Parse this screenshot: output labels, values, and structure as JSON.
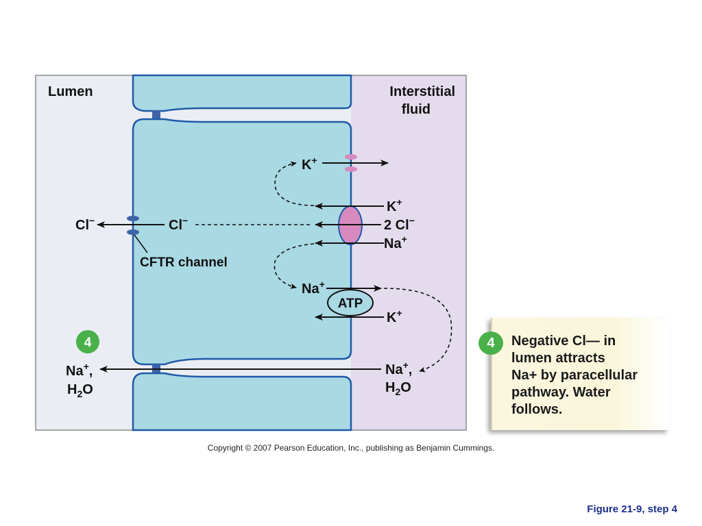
{
  "regions": {
    "lumen": "Lumen",
    "interstitial_line1": "Interstitial",
    "interstitial_line2": "fluid"
  },
  "ions": {
    "k_top": "K",
    "k_top_charge": "+",
    "k_cotransport": "K",
    "k_cotransport_charge": "+",
    "cl_cotransport": "2 Cl",
    "cl_cotransport_charge": "−",
    "na_cotransport": "Na",
    "na_cotransport_charge": "+",
    "cl_cell": "Cl",
    "cl_cell_charge": "−",
    "cl_lumen": "Cl",
    "cl_lumen_charge": "−",
    "na_pump": "Na",
    "na_pump_charge": "+",
    "k_pump": "K",
    "k_pump_charge": "+",
    "atp": "ATP",
    "na_lumen": "Na",
    "na_lumen_charge": "+",
    "na_lumen_comma": ",",
    "h2o_lumen_h": "H",
    "h2o_lumen_2": "2",
    "h2o_lumen_o": "O",
    "na_ecf": "Na",
    "na_ecf_charge": "+",
    "na_ecf_comma": ",",
    "h2o_ecf_h": "H",
    "h2o_ecf_2": "2",
    "h2o_ecf_o": "O"
  },
  "labels": {
    "cftr": "CFTR channel",
    "step_number": "4"
  },
  "callout": {
    "step_number": "4",
    "text": "Negative Cl— in\nlumen attracts\nNa+ by paracellular\npathway. Water\nfollows."
  },
  "footer": {
    "copyright": "Copyright © 2007 Pearson Education, Inc., publishing as Benjamin Cummings.",
    "figure": "Figure 21-9, step 4"
  },
  "colors": {
    "lumen_bg": "#eaeef4",
    "interstitial_bg": "#e4dcec",
    "cell_fill": "#a9d9e3",
    "cell_outline": "#1f5aa8",
    "transporter_pink": "#d88ac0",
    "channel_blue": "#3d64a8",
    "step_green": "#4ab04a",
    "figure_label": "#1c2f8c"
  },
  "icons": {
    "step_badge": "green-circle-number",
    "cotransporter": "pink-oval-transporter",
    "pump": "oval-atp-pump"
  }
}
